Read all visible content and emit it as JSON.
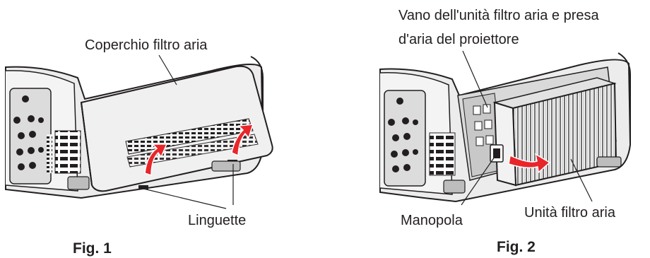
{
  "figure1": {
    "label_cover": "Coperchio filtro aria",
    "label_tabs": "Linguette",
    "caption": "Fig. 1"
  },
  "figure2": {
    "label_compartment_line1": "Vano dell'unità filtro aria e presa",
    "label_compartment_line2": "d'aria del proiettore",
    "label_knob": "Manopola",
    "label_filter_unit": "Unità filtro aria",
    "caption": "Fig. 2"
  },
  "colors": {
    "arrow": "#e8262a",
    "outline": "#231f20",
    "body_gray": "#e9e9e9",
    "shadow_gray": "#bdbdbd"
  }
}
